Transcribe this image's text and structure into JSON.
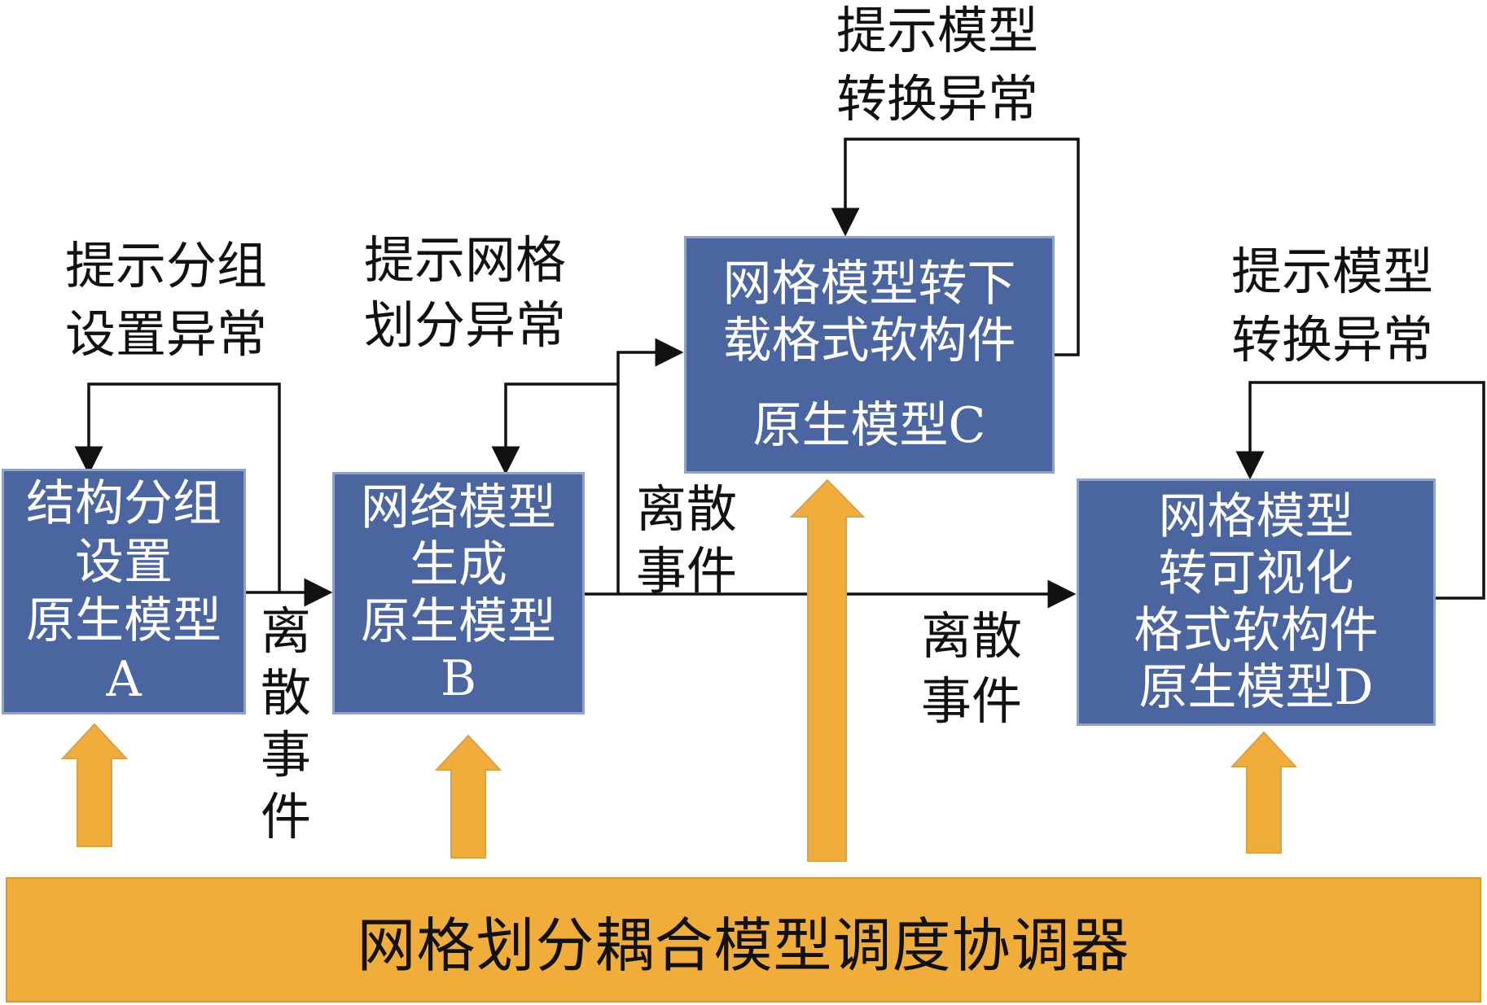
{
  "coordinator": {
    "label": "网格划分耦合模型调度协调器"
  },
  "boxes": {
    "a": {
      "lines": [
        "结构分组",
        "设置",
        "原生模型",
        "A"
      ]
    },
    "b": {
      "lines": [
        "网络模型",
        "生成",
        "原生模型",
        "B"
      ]
    },
    "c": {
      "lines": [
        "网格模型转下",
        "载格式软构件",
        "原生模型C"
      ]
    },
    "d": {
      "lines": [
        "网格模型",
        "转可视化",
        "格式软构件",
        "原生模型D"
      ]
    }
  },
  "feedback_labels": {
    "a": [
      "提示分组",
      "设置异常"
    ],
    "b": [
      "提示网格",
      "划分异常"
    ],
    "c": [
      "提示模型",
      "转换异常"
    ],
    "d": [
      "提示模型",
      "转换异常"
    ]
  },
  "event_labels": {
    "ab": [
      "离",
      "散",
      "事",
      "件"
    ],
    "bc": [
      "离散",
      "事件"
    ],
    "bd": [
      "离散",
      "事件"
    ]
  },
  "colors": {
    "box_fill": "#4a65a0",
    "box_border": "#8fa3c8",
    "coordinator_fill": "#f0ad3a",
    "up_arrow": "#f0ad3a",
    "line": "#111111"
  }
}
